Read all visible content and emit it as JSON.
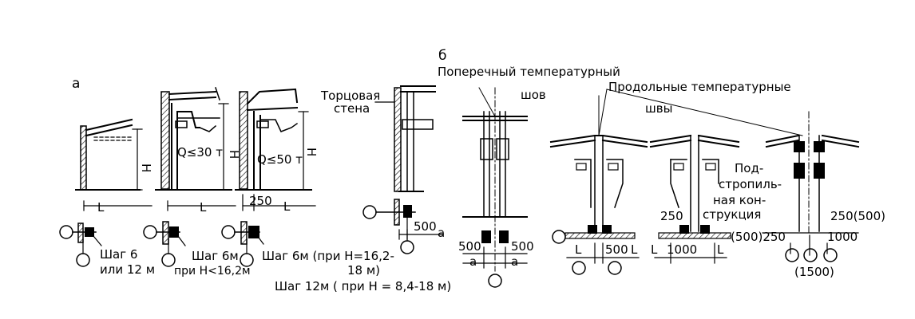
{
  "part_a": {
    "label": "а",
    "frame1": {
      "span": "L",
      "height": "Н",
      "pitch_line1": "Шаг 6",
      "pitch_line2": "или 12 м"
    },
    "frame2": {
      "span": "L",
      "height": "Н",
      "crane": "Q≤30 т",
      "pitch_line1": "Шаг 6м",
      "pitch_line2": "при Н<16,2м"
    },
    "frame3": {
      "span": "L",
      "height": "Н",
      "crane": "Q≤50 т",
      "offset": "250",
      "pitch_line1": "Шаг 6м (при Н=16,2-",
      "pitch_line2": "18 м)",
      "pitch_line3": "Шаг 12м ( при Н = 8,4-18 м)"
    }
  },
  "end_wall": {
    "line1": "Торцовая",
    "line2": "стена",
    "dim": "500",
    "a": "а"
  },
  "part_b": {
    "label": "б",
    "transverse_joint_line1": "Поперечный температурный",
    "transverse_joint_line2": "шов",
    "longitudinal_joints_line1": "Продольные температурные",
    "longitudinal_joints_line2": "швы",
    "transverse_dims": {
      "left": "500",
      "right": "500",
      "a_left": "а",
      "a_right": "а"
    },
    "long1": {
      "left_span": "L",
      "dim": "500",
      "right_span": "L"
    },
    "long2": {
      "left_span": "L",
      "dim": "1000",
      "right_span": "L",
      "offset": "250"
    },
    "long3": {
      "note_line1": "Под-",
      "note_line2": "стропиль-",
      "note_line3": "ная кон-",
      "note_line4": "струкция",
      "dim_top": "250(500)",
      "dim_left": "(500)250",
      "dim_right": "1000",
      "dim_bottom": "(1500)"
    }
  }
}
